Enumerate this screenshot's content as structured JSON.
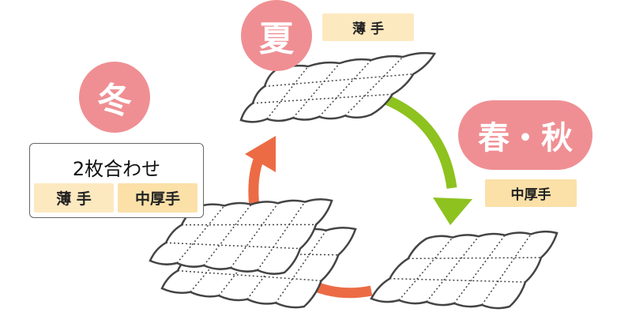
{
  "seasons": {
    "summer": {
      "label": "夏",
      "thickness": "薄 手"
    },
    "spring_autumn": {
      "label": "春・秋",
      "thickness": "中厚手"
    },
    "winter": {
      "label": "冬",
      "combo": "2枚合わせ",
      "thickness": [
        "薄 手",
        "中厚手"
      ]
    }
  },
  "colors": {
    "season_badge": "#ef8f93",
    "tag_light": "#fde9c0",
    "tag_dark": "#fbe0a8",
    "arrow_green": "#8dc21f",
    "arrow_orange": "#ec6b45"
  }
}
